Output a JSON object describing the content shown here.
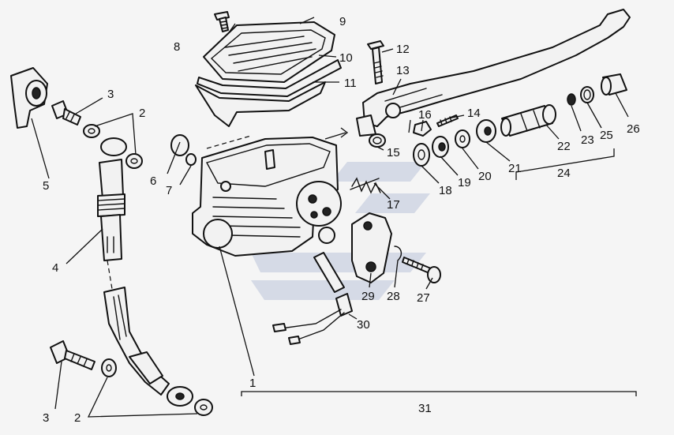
{
  "diagram": {
    "callouts": [
      {
        "id": "c1",
        "text": "1"
      },
      {
        "id": "c2a",
        "text": "2"
      },
      {
        "id": "c2b",
        "text": "2"
      },
      {
        "id": "c3a",
        "text": "3"
      },
      {
        "id": "c3b",
        "text": "3"
      },
      {
        "id": "c4",
        "text": "4"
      },
      {
        "id": "c5",
        "text": "5"
      },
      {
        "id": "c6",
        "text": "6"
      },
      {
        "id": "c7",
        "text": "7"
      },
      {
        "id": "c8",
        "text": "8"
      },
      {
        "id": "c9",
        "text": "9"
      },
      {
        "id": "c10",
        "text": "10"
      },
      {
        "id": "c11",
        "text": "11"
      },
      {
        "id": "c12",
        "text": "12"
      },
      {
        "id": "c13",
        "text": "13"
      },
      {
        "id": "c14",
        "text": "14"
      },
      {
        "id": "c15",
        "text": "15"
      },
      {
        "id": "c16",
        "text": "16"
      },
      {
        "id": "c17",
        "text": "17"
      },
      {
        "id": "c18",
        "text": "18"
      },
      {
        "id": "c19",
        "text": "19"
      },
      {
        "id": "c20",
        "text": "20"
      },
      {
        "id": "c21",
        "text": "21"
      },
      {
        "id": "c22",
        "text": "22"
      },
      {
        "id": "c23",
        "text": "23"
      },
      {
        "id": "c24",
        "text": "24"
      },
      {
        "id": "c25",
        "text": "25"
      },
      {
        "id": "c26",
        "text": "26"
      },
      {
        "id": "c27",
        "text": "27"
      },
      {
        "id": "c28",
        "text": "28"
      },
      {
        "id": "c29",
        "text": "29"
      },
      {
        "id": "c30",
        "text": "30"
      },
      {
        "id": "c31",
        "text": "31"
      }
    ]
  },
  "colors": {
    "line": "#111111",
    "background": "#f5f5f5",
    "watermark": "#c9d0e0"
  }
}
